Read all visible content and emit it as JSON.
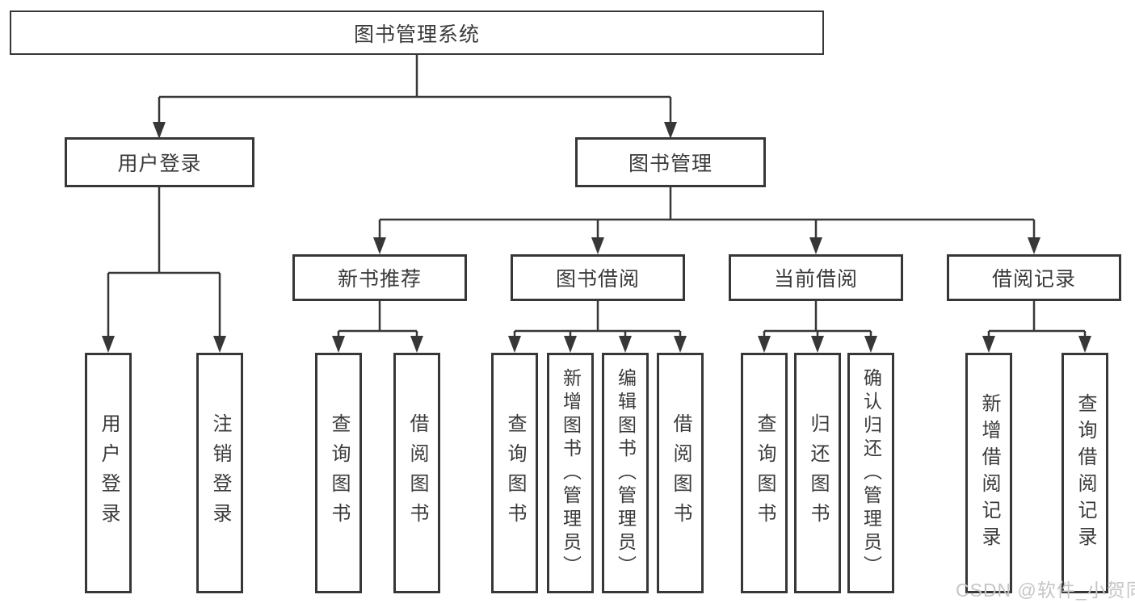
{
  "diagram_title": "图书管理系统",
  "tree": {
    "label": "图书管理系统",
    "children": [
      {
        "label": "用户登录",
        "children": [
          {
            "label": "用户登录"
          },
          {
            "label": "注销登录"
          }
        ]
      },
      {
        "label": "图书管理",
        "children": [
          {
            "label": "新书推荐",
            "children": [
              {
                "label": "查询图书"
              },
              {
                "label": "借阅图书"
              }
            ]
          },
          {
            "label": "图书借阅",
            "children": [
              {
                "label": "查询图书"
              },
              {
                "label": "新增图书（管理员）"
              },
              {
                "label": "编辑图书（管理员）"
              },
              {
                "label": "借阅图书"
              }
            ]
          },
          {
            "label": "当前借阅",
            "children": [
              {
                "label": "查询图书"
              },
              {
                "label": "归还图书"
              },
              {
                "label": "确认归还（管理员）"
              }
            ]
          },
          {
            "label": "借阅记录",
            "children": [
              {
                "label": "新增借阅记录"
              },
              {
                "label": "查询借阅记录"
              }
            ]
          }
        ]
      }
    ]
  },
  "watermark": "CSDN @软件_小贺同学",
  "colors": {
    "line": "#373737",
    "box_border": "#373737",
    "text": "#3a3a3a",
    "watermark": "#c6c6c6",
    "background": "#ffffff"
  }
}
